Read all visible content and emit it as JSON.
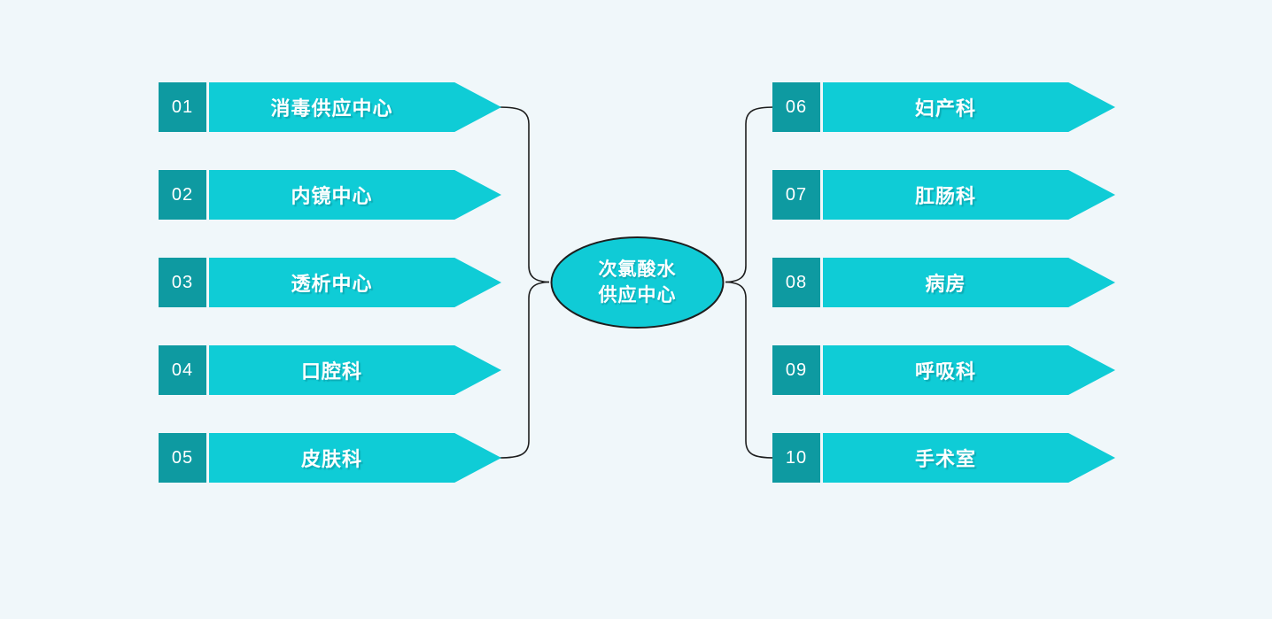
{
  "colors": {
    "bg": "#F0F7FA",
    "arrow": "#0FCCD6",
    "number_box": "#0E9AA1",
    "ellipse_fill": "#10CBD6",
    "connector": "#1E1E1E",
    "text": "#FFFFFF"
  },
  "center": {
    "line1": "次氯酸水",
    "line2": "供应中心"
  },
  "left_items": [
    {
      "number": "01",
      "label": "消毒供应中心"
    },
    {
      "number": "02",
      "label": "内镜中心"
    },
    {
      "number": "03",
      "label": "透析中心"
    },
    {
      "number": "04",
      "label": "口腔科"
    },
    {
      "number": "05",
      "label": "皮肤科"
    }
  ],
  "right_items": [
    {
      "number": "06",
      "label": "妇产科"
    },
    {
      "number": "07",
      "label": "肛肠科"
    },
    {
      "number": "08",
      "label": "病房"
    },
    {
      "number": "09",
      "label": "呼吸科"
    },
    {
      "number": "10",
      "label": "手术室"
    }
  ]
}
